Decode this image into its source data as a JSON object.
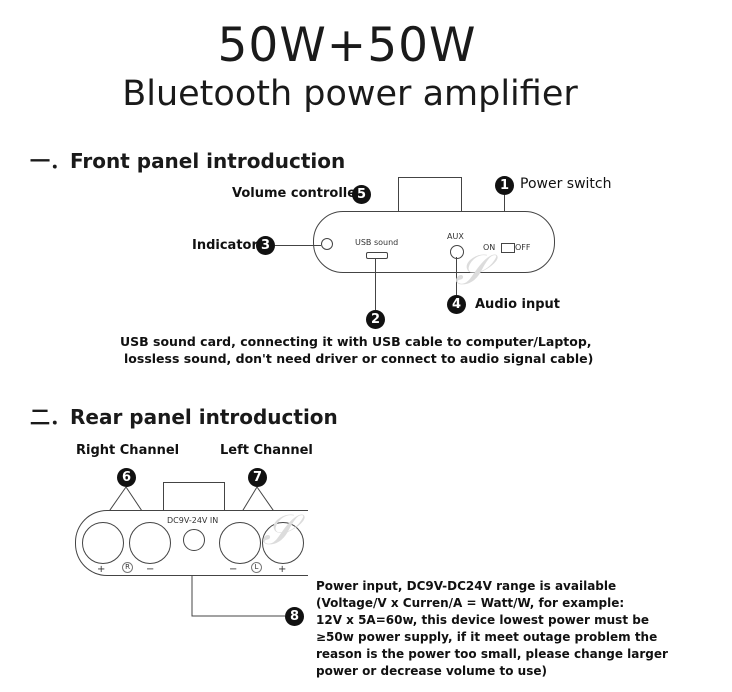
{
  "title": "50W+50W",
  "subtitle": "Bluetooth power amplifier",
  "front": {
    "heading": "一．Front panel introduction",
    "callouts": {
      "power_switch": {
        "num": "1",
        "label": "Power switch"
      },
      "usb_sound": {
        "num": "2"
      },
      "indicator": {
        "num": "3",
        "label": "Indicator"
      },
      "audio_input": {
        "num": "4",
        "label": "Audio input"
      },
      "volume_controller": {
        "num": "5",
        "label": "Volume controller"
      }
    },
    "panel_labels": {
      "usb": "USB sound",
      "aux": "AUX",
      "on": "ON",
      "off": "OFF"
    },
    "usb_description": [
      "USB sound card, connecting it with USB cable to computer/Laptop,",
      "lossless sound, don't need driver or connect to audio signal cable)"
    ]
  },
  "rear": {
    "heading": "二．Rear panel introduction",
    "right_channel": {
      "num": "6",
      "label": "Right Channel"
    },
    "left_channel": {
      "num": "7",
      "label": "Left Channel"
    },
    "power_input": {
      "num": "8"
    },
    "panel_labels": {
      "dc": "DC9V-24V IN",
      "plus_left": "+",
      "minus_left": "−",
      "r_badge": "R",
      "minus_right": "−",
      "l_badge": "L",
      "plus_right": "+"
    },
    "power_description": [
      "Power input, DC9V-DC24V range is available",
      "(Voltage/V x Curren/A = Watt/W, for example:",
      "12V x 5A=60w, this device lowest power must be",
      "≥50w power supply, if it meet outage problem the",
      "reason is the power too small, please change larger",
      "power or decrease volume to use)"
    ]
  },
  "icons": [
    "numbered-badge",
    "knob",
    "usb-port",
    "aux-jack",
    "toggle-switch",
    "led",
    "dc-jack",
    "speaker-terminal"
  ]
}
